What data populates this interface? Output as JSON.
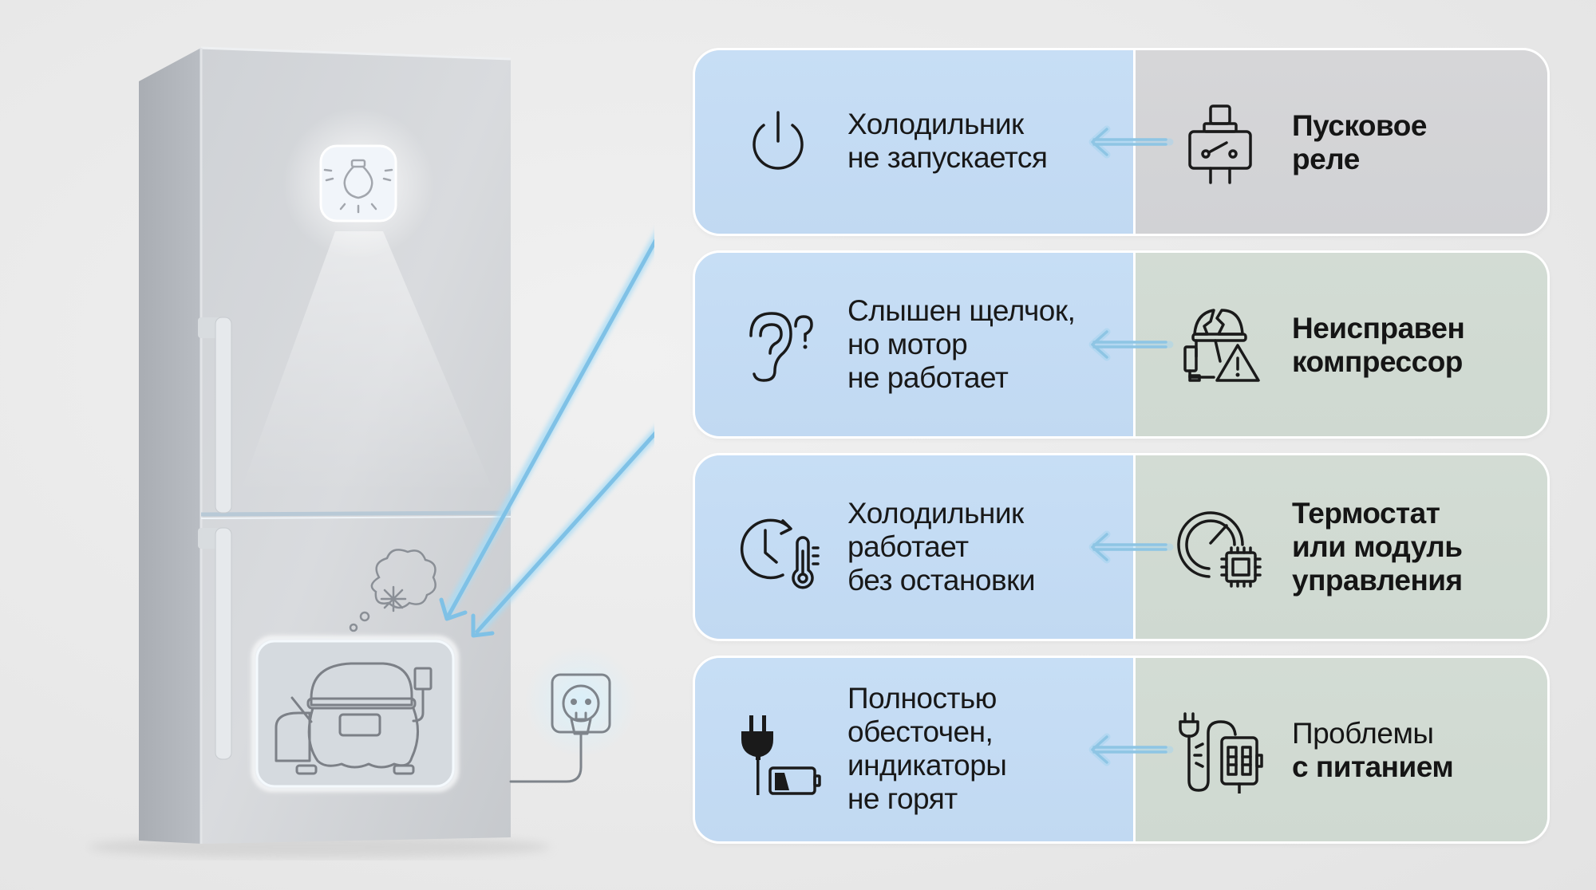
{
  "colors": {
    "background": "#ebebeb",
    "symptom_panel": "#c4dbf3",
    "cause_panel_grey": "#d4d5d7",
    "cause_panel_green": "#d1dbd3",
    "arrow_glow": "#8ec9ea",
    "icon_stroke": "#1a1a1a"
  },
  "illustration": {
    "fridge": "refrigerator-illustration",
    "top_icon": "light-bulb-icon",
    "bottom_icons": [
      "snowflake-cloud-icon",
      "compressor-icon",
      "power-outlet-icon"
    ]
  },
  "rows": [
    {
      "symptom_icon": "power-icon",
      "symptom_lines": [
        "Холодильник",
        "не запускается"
      ],
      "cause_icon": "relay-switch-icon",
      "cause_lines": [
        "Пусковое",
        "реле"
      ],
      "cause_bg": "grey"
    },
    {
      "symptom_icon": "ear-question-icon",
      "symptom_lines": [
        "Слышен щелчок,",
        "но мотор",
        "не работает"
      ],
      "cause_icon": "broken-compressor-warning-icon",
      "cause_lines": [
        "Неисправен",
        "компрессор"
      ],
      "cause_bg": "green"
    },
    {
      "symptom_icon": "clock-thermometer-icon",
      "symptom_lines": [
        "Холодильник",
        "работает",
        "без остановки"
      ],
      "cause_icon": "thermostat-chip-icon",
      "cause_lines": [
        "Термостат",
        "или модуль",
        "управления"
      ],
      "cause_bg": "green"
    },
    {
      "symptom_icon": "plug-empty-battery-icon",
      "symptom_lines": [
        "Полностью",
        "обесточен,",
        "индикаторы",
        "не горят"
      ],
      "cause_icon": "plug-breaker-box-icon",
      "cause_lines": [
        "Проблемы",
        "с питанием"
      ],
      "cause_bg": "green"
    }
  ]
}
